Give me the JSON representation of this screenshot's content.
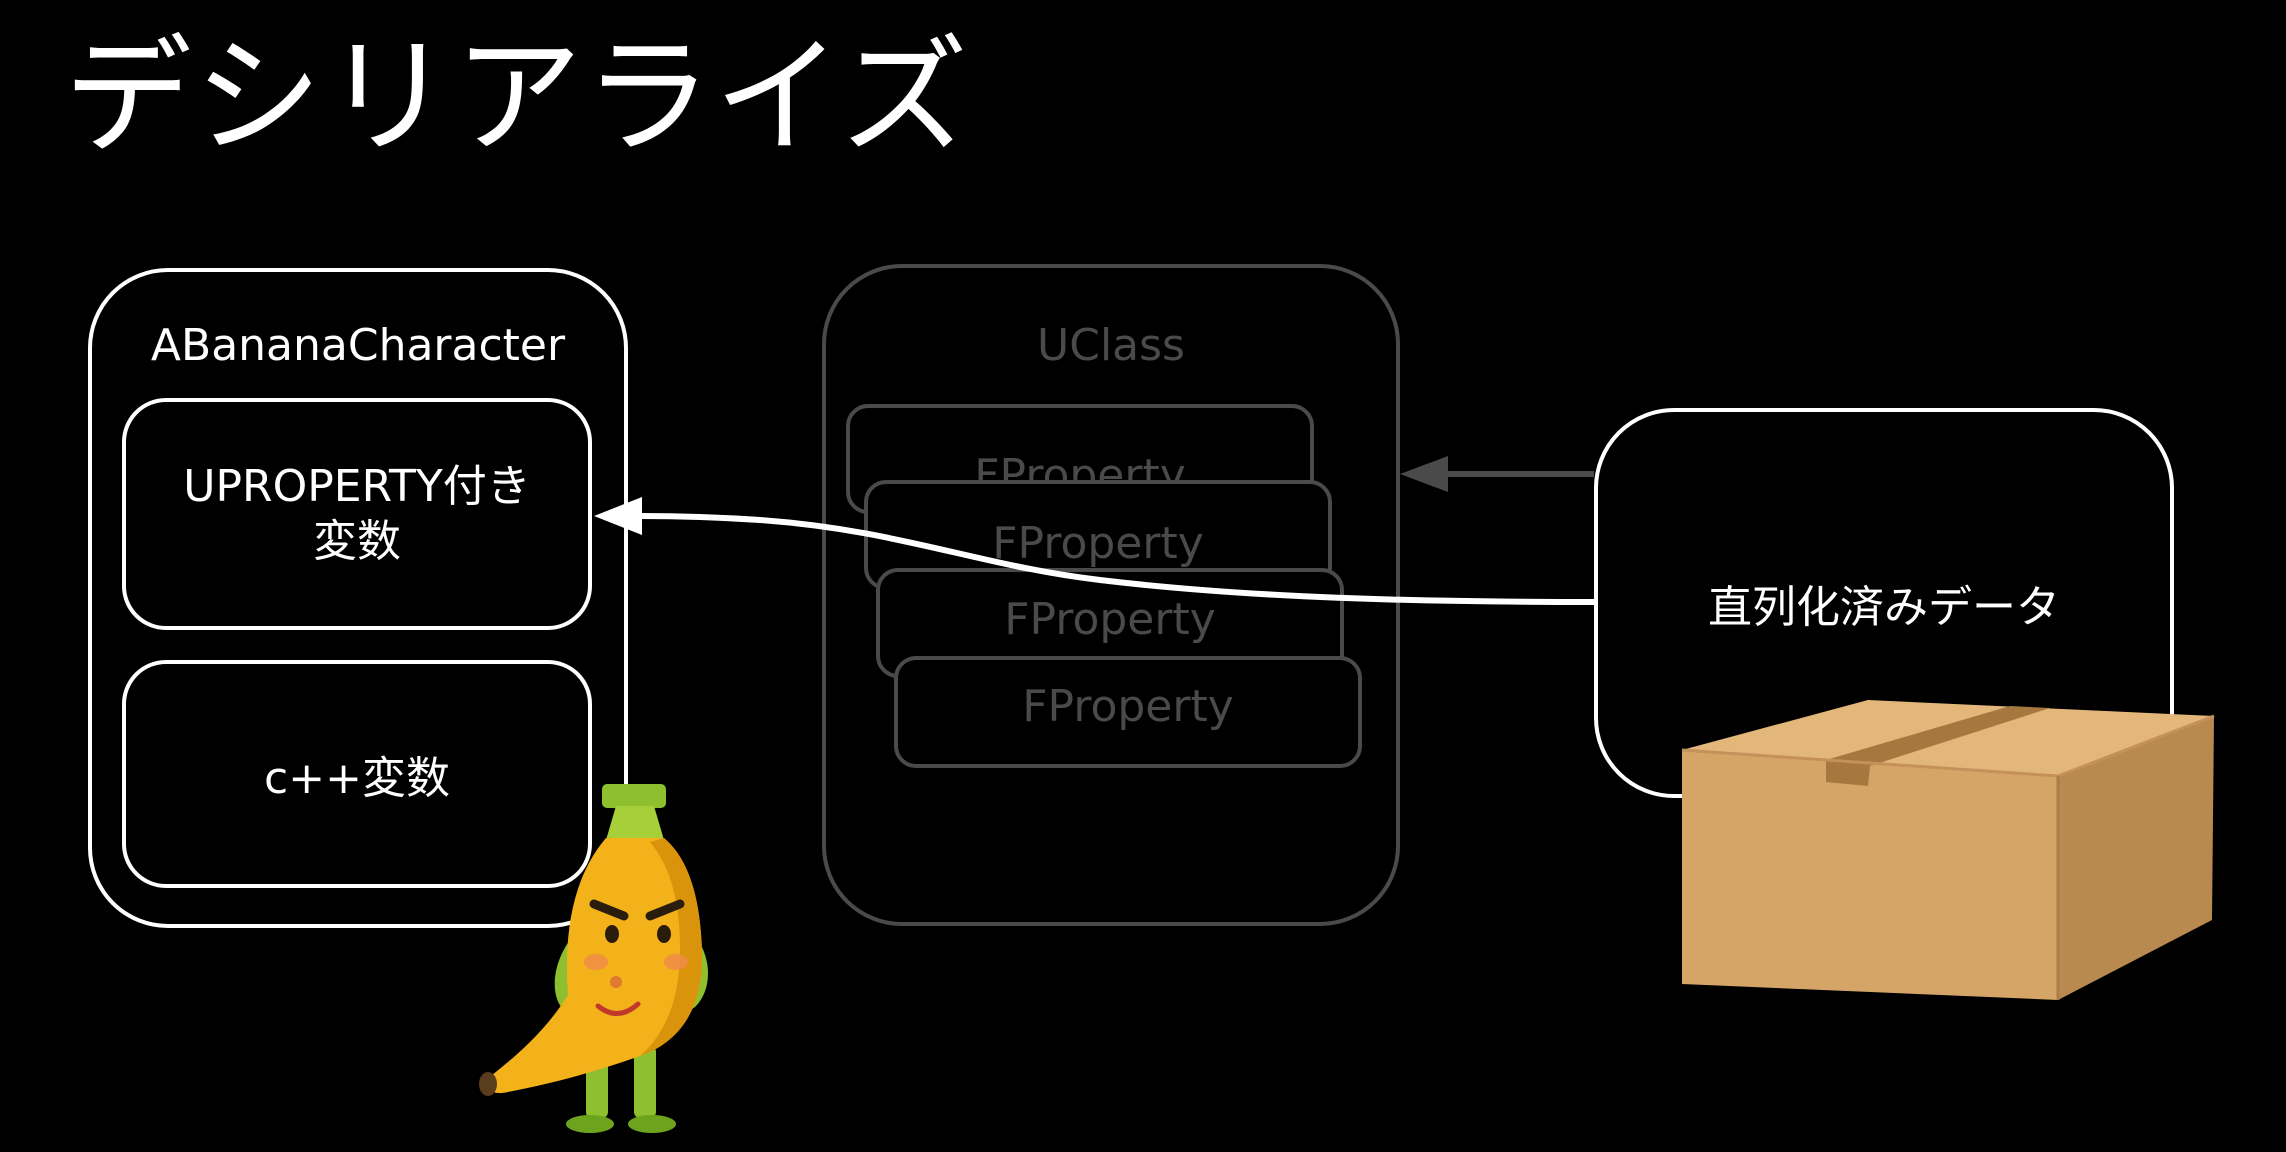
{
  "slide": {
    "title": "デシリアライズ"
  },
  "character_box": {
    "title": "ABananaCharacter",
    "uproperty_label": "UPROPERTY付き\n変数",
    "uproperty_line1": "UPROPERTY付き",
    "uproperty_line2": "変数",
    "cpp_label": "c++変数"
  },
  "uclass_box": {
    "title": "UClass",
    "properties": [
      "FProperty",
      "FProperty",
      "FProperty",
      "FProperty"
    ]
  },
  "serialized_box": {
    "label": "直列化済みデータ"
  },
  "illustrations": {
    "character": "banana-character",
    "package": "cardboard-box"
  },
  "colors": {
    "background": "#000000",
    "active": "#ffffff",
    "inactive": "#4a4a4a"
  }
}
